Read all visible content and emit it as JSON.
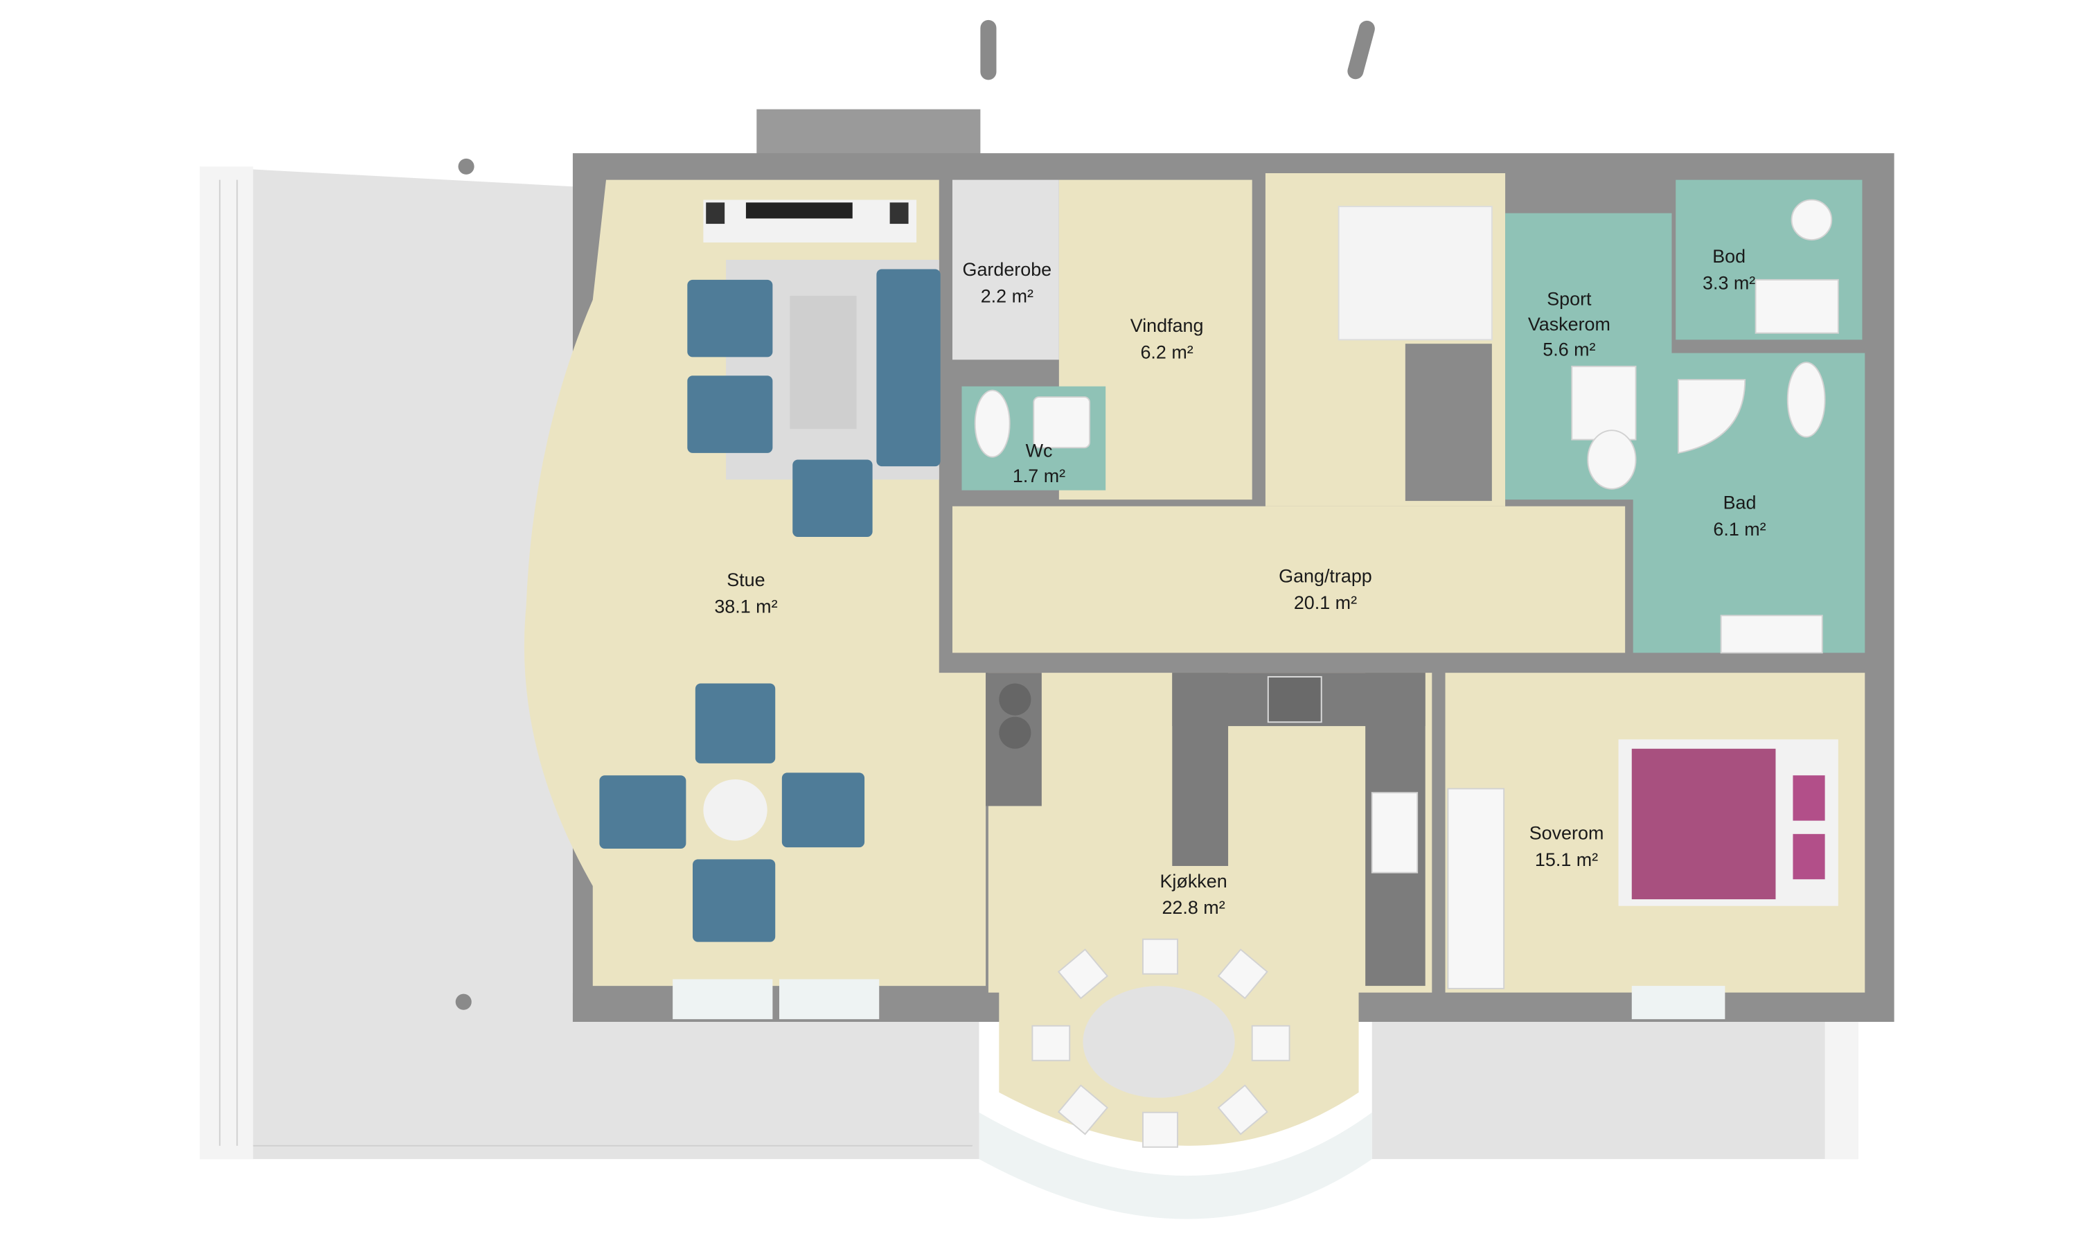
{
  "plan": {
    "rooms": [
      {
        "name": "Stue",
        "area": "38.1 m²"
      },
      {
        "name": "Garderobe",
        "area": "2.2 m²"
      },
      {
        "name": "Vindfang",
        "area": "6.2 m²"
      },
      {
        "name": "Wc",
        "area": "1.7 m²"
      },
      {
        "name": "Sport",
        "name2": "Vaskerom",
        "area": "5.6 m²"
      },
      {
        "name": "Bod",
        "area": "3.3 m²"
      },
      {
        "name": "Bad",
        "area": "6.1 m²"
      },
      {
        "name": "Gang/trapp",
        "area": "20.1 m²"
      },
      {
        "name": "Kjøkken",
        "area": "22.8 m²"
      },
      {
        "name": "Soverom",
        "area": "15.1 m²"
      }
    ]
  },
  "colors": {
    "floor": "#ebe4c2",
    "tile": "#8fc2b6",
    "wall": "#8f8f8f",
    "sofa": "#4f7c98",
    "bed": "#a8507f"
  }
}
